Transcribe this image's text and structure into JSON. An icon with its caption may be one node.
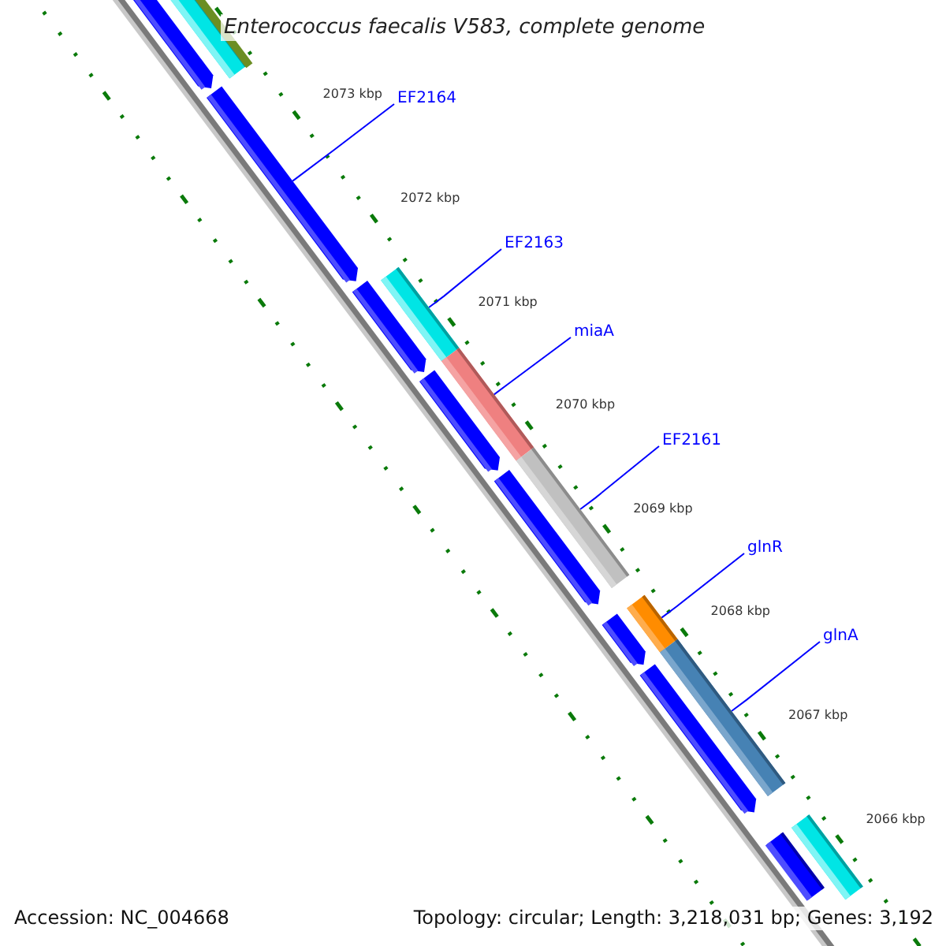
{
  "diagram": {
    "title": "Enterococcus faecalis V583, complete genome",
    "nodes": [
      {
        "text": [
          "EF2164"
        ]
      },
      {
        "text": [
          "EF2163"
        ]
      },
      {
        "text": [
          "miaA"
        ]
      },
      {
        "text": [
          "EF2161"
        ]
      },
      {
        "text": [
          "glnR"
        ]
      },
      {
        "text": [
          "glnA"
        ]
      },
      {
        "text": [],
        "shape": "arrow"
      },
      {
        "text": [],
        "shape": "bar"
      },
      {
        "text": [],
        "shape": "bar"
      },
      {
        "text": [],
        "shape": "arrow"
      },
      {
        "text": [],
        "shape": "arrow"
      },
      {
        "text": [],
        "shape": "bar"
      },
      {
        "text": [],
        "shape": "bar"
      },
      {
        "text": [],
        "shape": "arrow"
      },
      {
        "text": [],
        "shape": "bar"
      },
      {
        "text": [],
        "shape": "arrow"
      },
      {
        "text": [],
        "shape": "arrow"
      },
      {
        "text": [],
        "shape": "bar"
      },
      {
        "text": [],
        "shape": "bar"
      },
      {
        "text": [],
        "shape": "arrow"
      },
      {
        "text": [],
        "shape": "bar"
      },
      {
        "text": [],
        "shape": "bar"
      }
    ],
    "edges": [
      {
        "from": 0,
        "to": 9,
        "arrow": "none"
      },
      {
        "from": 1,
        "to": 11,
        "arrow": "none"
      },
      {
        "from": 2,
        "to": 12,
        "arrow": "none"
      },
      {
        "from": 3,
        "to": 14,
        "arrow": "none"
      },
      {
        "from": 4,
        "to": 17,
        "arrow": "none"
      },
      {
        "from": 5,
        "to": 18,
        "arrow": "none"
      }
    ],
    "labels": [
      "2073 kbp",
      "2072 kbp",
      "2071 kbp",
      "2070 kbp",
      "2069 kbp",
      "2068 kbp",
      "2067 kbp",
      "2066 kbp",
      "Accession: NC_004668",
      "Topology: circular; Length: 3,218,031 bp; Genes: 3,192"
    ]
  }
}
